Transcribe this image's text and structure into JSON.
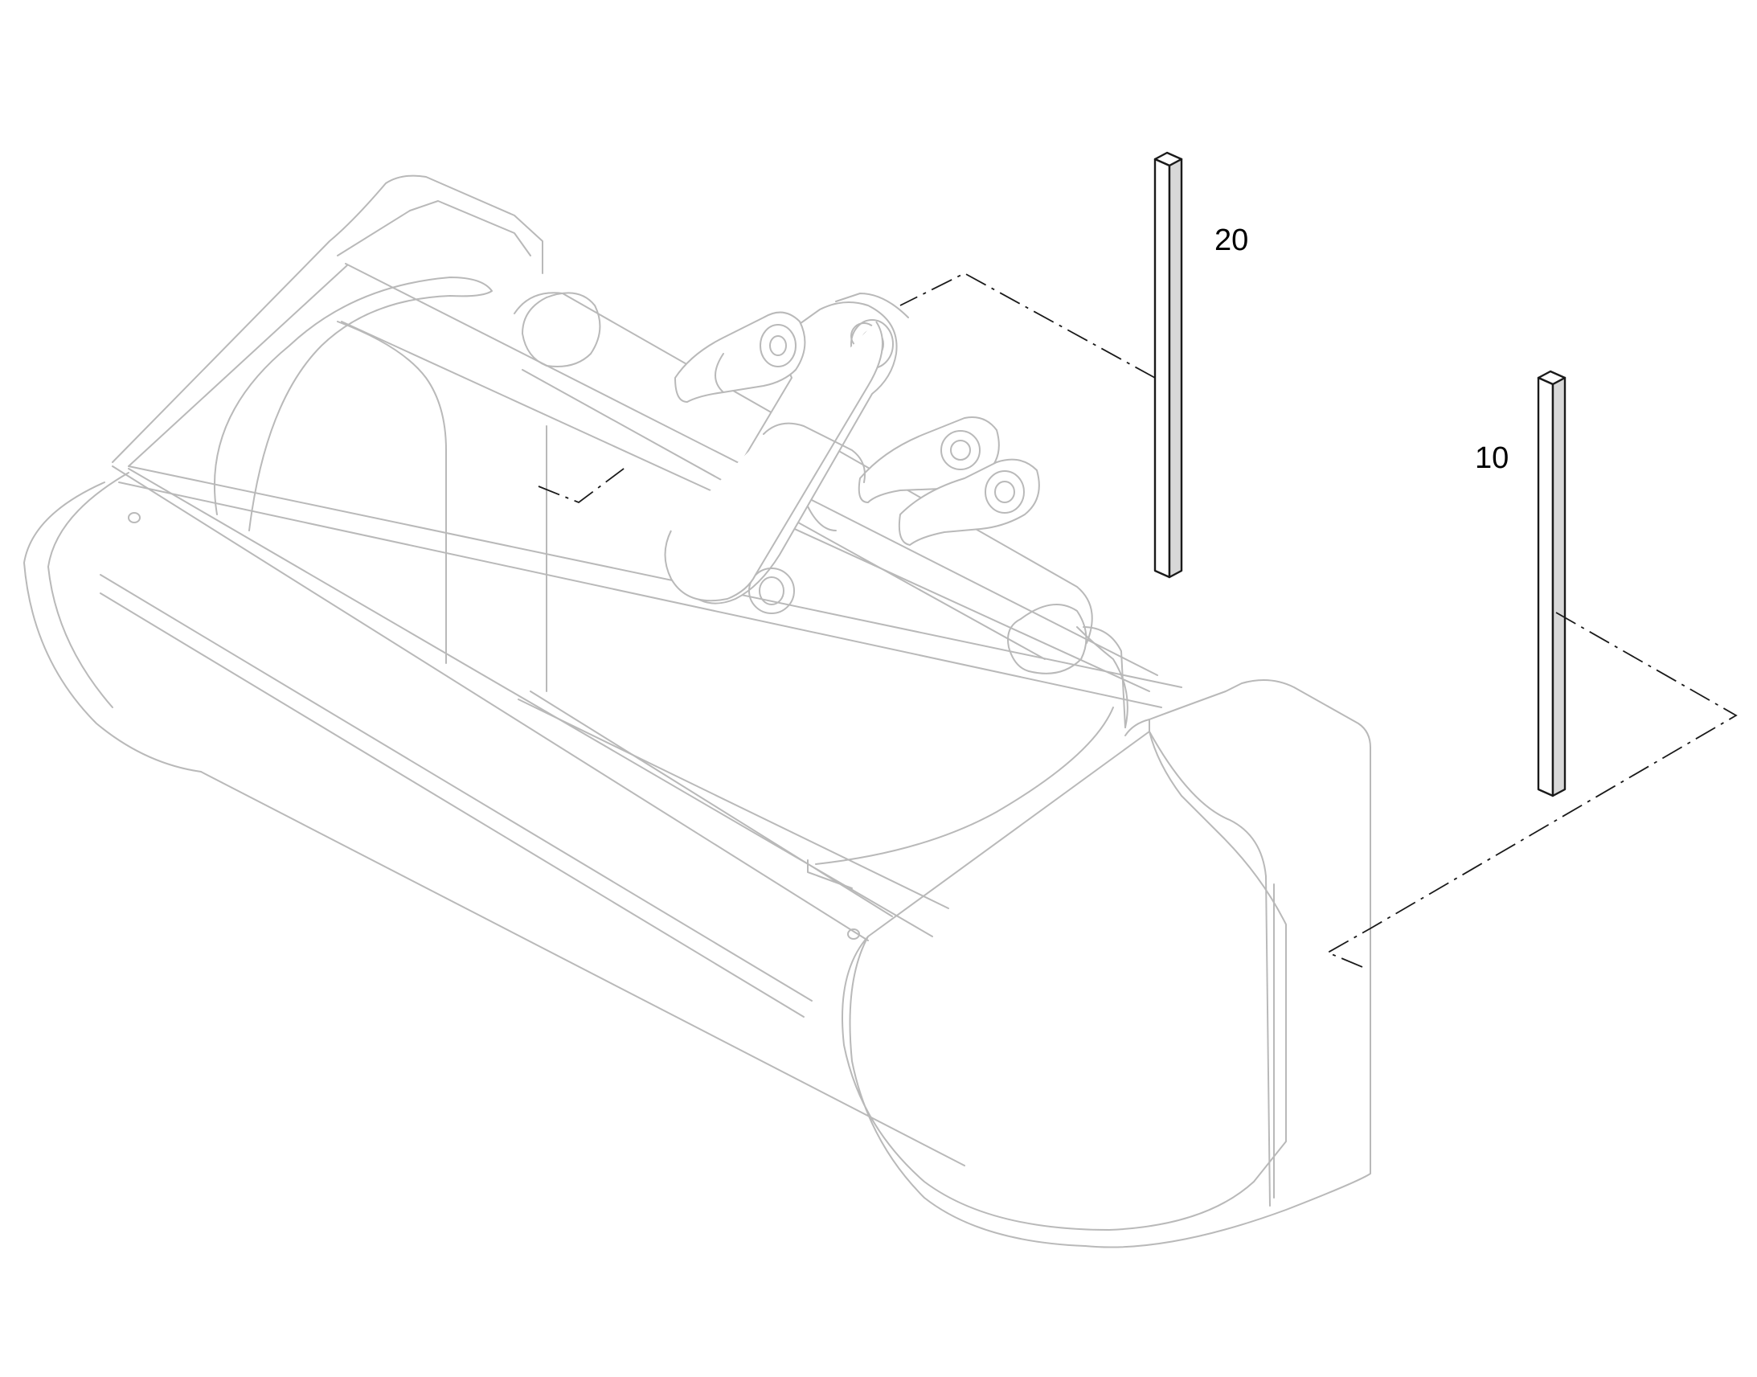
{
  "diagram": {
    "kind": "exploded-parts-view",
    "subject_icon": "bucket-icon",
    "colors": {
      "background": "#ffffff",
      "ghost_lines": "#b9b9b9",
      "part_lines": "#1a1a1a",
      "part_shade": "#d8d8d8"
    },
    "callouts": [
      {
        "label": "20"
      },
      {
        "label": "10"
      }
    ]
  }
}
